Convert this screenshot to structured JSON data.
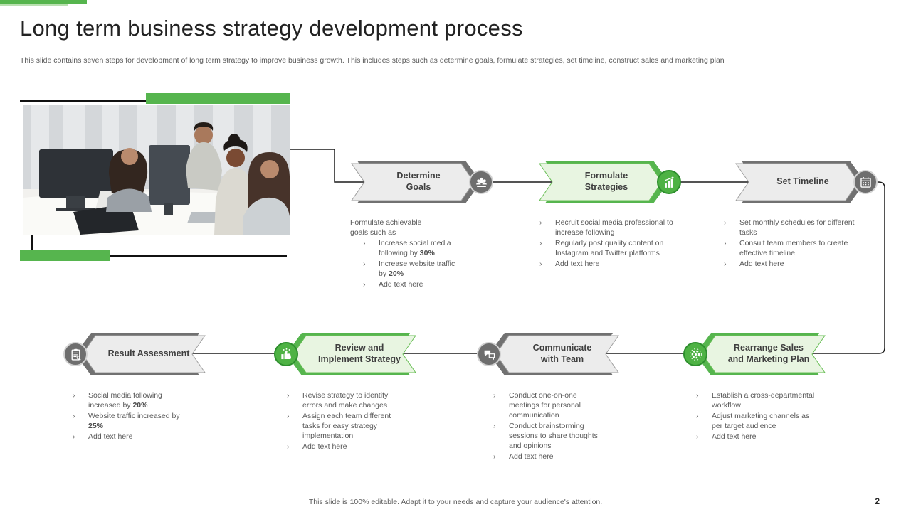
{
  "slide": {
    "title": "Long term business strategy development process",
    "subtitle": "This slide contains seven steps for development of long term strategy to improve business growth. This includes steps such as determine goals, formulate strategies, set timeline, construct sales and marketing plan",
    "footer_note": "This slide is 100% editable. Adapt it to your needs and capture your audience's attention.",
    "page_number": "2"
  },
  "colors": {
    "accent_green": "#56b54e",
    "light_green_fill": "#e8f5e1",
    "gray_banner": "#ececec",
    "dark_gray": "#6e6e6e",
    "body_text": "#595959"
  },
  "photo": {
    "description": "team-collaboration-photo"
  },
  "steps": [
    {
      "id": "determine-goals",
      "title": "Determine\nGoals",
      "variant": "gray",
      "icon": "team-goal-icon",
      "intro": "Formulate achievable goals such as",
      "bullets": [
        "Increase social media following by **30%**",
        "Increase website traffic by **20%**",
        "Add text here"
      ]
    },
    {
      "id": "formulate-strategies",
      "title": "Formulate\nStrategies",
      "variant": "green",
      "icon": "growth-chart-icon",
      "bullets": [
        "Recruit social media professional to increase following",
        "Regularly post quality content on Instagram and Twitter platforms",
        "Add text here"
      ]
    },
    {
      "id": "set-timeline",
      "title": "Set Timeline",
      "variant": "gray",
      "icon": "calendar-icon",
      "bullets": [
        "Set monthly schedules for different tasks",
        "Consult team members to create effective timeline",
        "Add text here"
      ]
    },
    {
      "id": "rearrange-sales-marketing-plan",
      "title": "Rearrange Sales\nand Marketing Plan",
      "variant": "green",
      "icon": "gear-icon",
      "bullets": [
        "Establish a cross-departmental workflow",
        "Adjust marketing channels as per target audience",
        "Add text here"
      ]
    },
    {
      "id": "communicate-with-team",
      "title": "Communicate\nwith Team",
      "variant": "gray",
      "icon": "chat-people-icon",
      "bullets": [
        "Conduct one-on-one meetings for personal communication",
        "Conduct brainstorming sessions to share thoughts and opinions",
        "Add text here"
      ]
    },
    {
      "id": "review-implement-strategy",
      "title": "Review and\nImplement Strategy",
      "variant": "green",
      "icon": "thumbs-up-icon",
      "bullets": [
        "Revise strategy to identify errors and make changes",
        "Assign each team different tasks for easy strategy implementation",
        "Add text here"
      ]
    },
    {
      "id": "result-assessment",
      "title": "Result Assessment",
      "variant": "gray",
      "icon": "clipboard-icon",
      "bullets": [
        "Social media following increased by **20%**",
        "Website traffic increased by **25%**",
        "Add text here"
      ]
    }
  ]
}
